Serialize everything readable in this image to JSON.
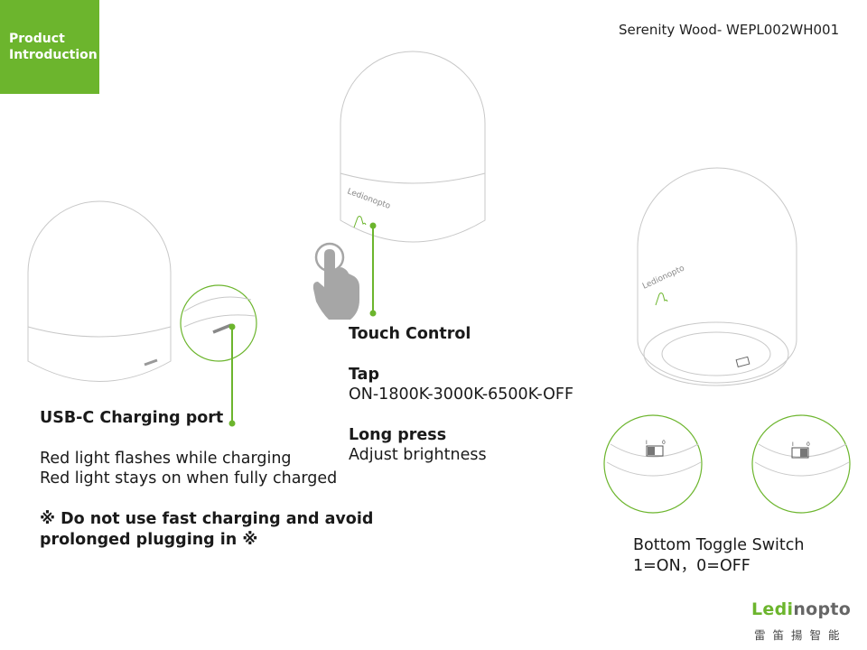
{
  "header": {
    "tag_line1": "Product",
    "tag_line2": "Introduction",
    "model": "Serenity Wood- WEPL002WH001"
  },
  "usb": {
    "title": "USB-C Charging port",
    "line1": "Red light flashes while charging",
    "line2": "Red light stays on when fully charged",
    "warning1": "※ Do not use fast charging and avoid",
    "warning2": "prolonged plugging in ※"
  },
  "touch": {
    "title": "Touch Control",
    "tap_label": "Tap",
    "tap_value": "ON-1800K-3000K-6500K-OFF",
    "long_label": "Long press",
    "long_value": "Adjust brightness"
  },
  "toggle": {
    "title": "Bottom Toggle Switch",
    "value": "1=ON，0=OFF",
    "switch_1": "I",
    "switch_0": "0"
  },
  "lamp_logo": "Ledionopto",
  "brand": {
    "name_a": "Ledi",
    "name_b": "nopto",
    "sub": "雷笛揚智能"
  },
  "colors": {
    "accent": "#6cb52d",
    "line": "#c8c8c8"
  }
}
